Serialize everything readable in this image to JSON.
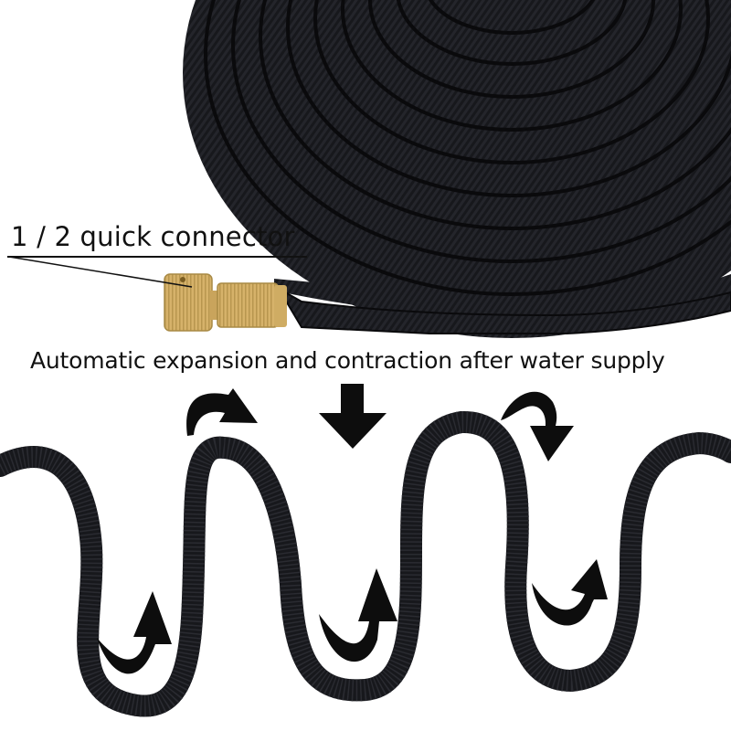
{
  "image": {
    "subject": "expandable garden hose",
    "colors": {
      "background": "#ffffff",
      "hose": "#17181c",
      "hose_highlight": "#2a2b31",
      "brass": "#d6b26a",
      "brass_dark": "#a88a45",
      "arrows": "#0d0d0d",
      "text": "#111111"
    }
  },
  "labels": {
    "connector": "1 / 2 quick connector",
    "caption": "Automatic expansion and contraction after water supply"
  },
  "icons": {
    "top_left_arrow": "curved-arrow-right-down-icon",
    "top_center_arrow": "arrow-down-icon",
    "top_right_arrow": "curved-arrow-right-down-icon",
    "bottom_arrows": [
      "curved-arrow-up-icon",
      "curved-arrow-up-icon",
      "curved-arrow-up-icon"
    ]
  }
}
